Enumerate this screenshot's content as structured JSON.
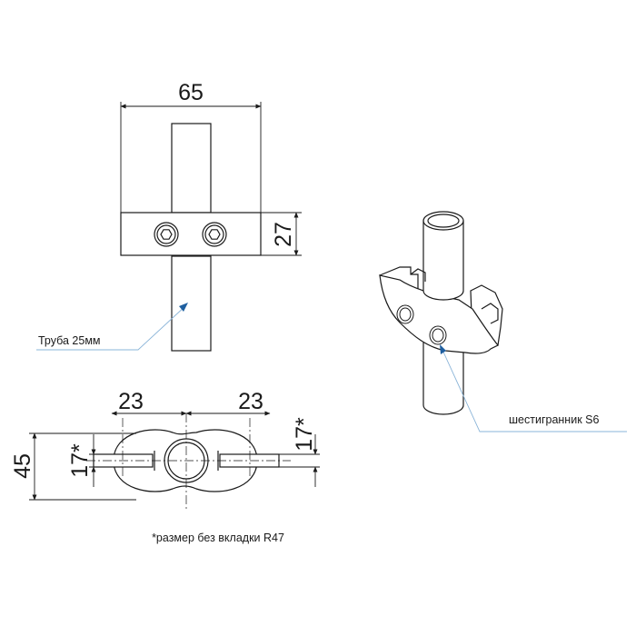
{
  "dimensions": {
    "width": "65",
    "height": "27",
    "left_offset": "23",
    "right_offset": "23",
    "overall": "45",
    "left_star": "17*",
    "right_star": "17*"
  },
  "labels": {
    "pipe": "Труба 25мм",
    "hex": "шестигранник S6"
  },
  "footnote": "*размер без вкладки R47",
  "colors": {
    "line": "#1a1a1a",
    "leader": "#8ab4d8",
    "arrow": "#1f5fa0"
  }
}
